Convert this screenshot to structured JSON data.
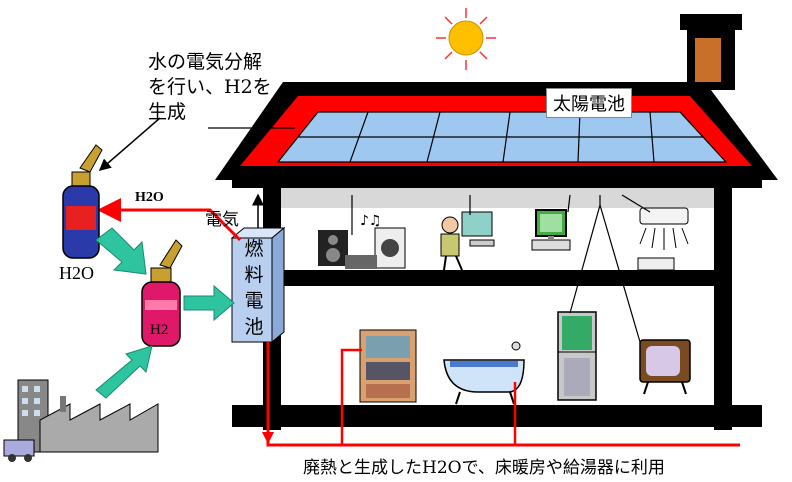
{
  "note": {
    "line1": "水の電気分解",
    "line2": "を行い、H2を",
    "line3": "生成"
  },
  "solar_panel_label": "太陽電池",
  "h2o_arrow_label": "H2O",
  "electricity_label": "電気",
  "tank_h2o_label": "H2O",
  "tank_h2_label": "H2",
  "fuel_cell_label": "燃料電池",
  "bottom_caption": "廃熱と生成したH2Oで、床暖房や給湯器に利用",
  "colors": {
    "roof": "#000000",
    "roof_trim": "#ff0000",
    "solar_cell": "#9ec8f0",
    "fuel_cell": "#b8cff0",
    "h2o_tank": "#2a3aa8",
    "h2_tank": "#e0186a",
    "green_arrow": "#2ec4a0",
    "red_line": "#ff0000",
    "sun": "#ffc000"
  },
  "icons": [
    "sun-icon",
    "stereo-icon",
    "person-computer-icon",
    "computer-icon",
    "air-conditioner-icon",
    "kitchen-icon",
    "bathtub-icon",
    "refrigerator-icon",
    "television-icon",
    "factory-icon"
  ]
}
